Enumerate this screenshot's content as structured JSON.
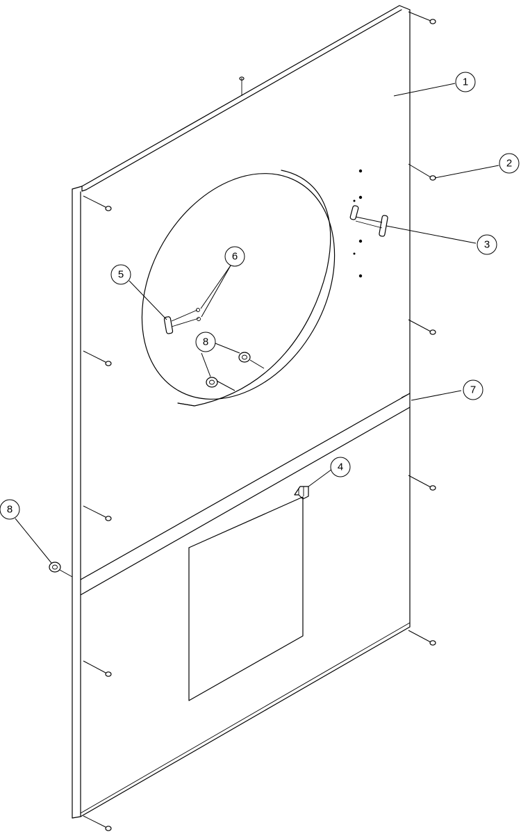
{
  "callouts": {
    "c1": "1",
    "c2": "2",
    "c3": "3",
    "c4": "4",
    "c5": "5",
    "c6": "6",
    "c7": "7",
    "c8a": "8",
    "c8b": "8"
  },
  "icons": {
    "screw": "screw-icon",
    "grommet": "grommet-icon",
    "bracket": "bracket-icon"
  },
  "colors": {
    "line": "#000000",
    "background": "#ffffff"
  }
}
